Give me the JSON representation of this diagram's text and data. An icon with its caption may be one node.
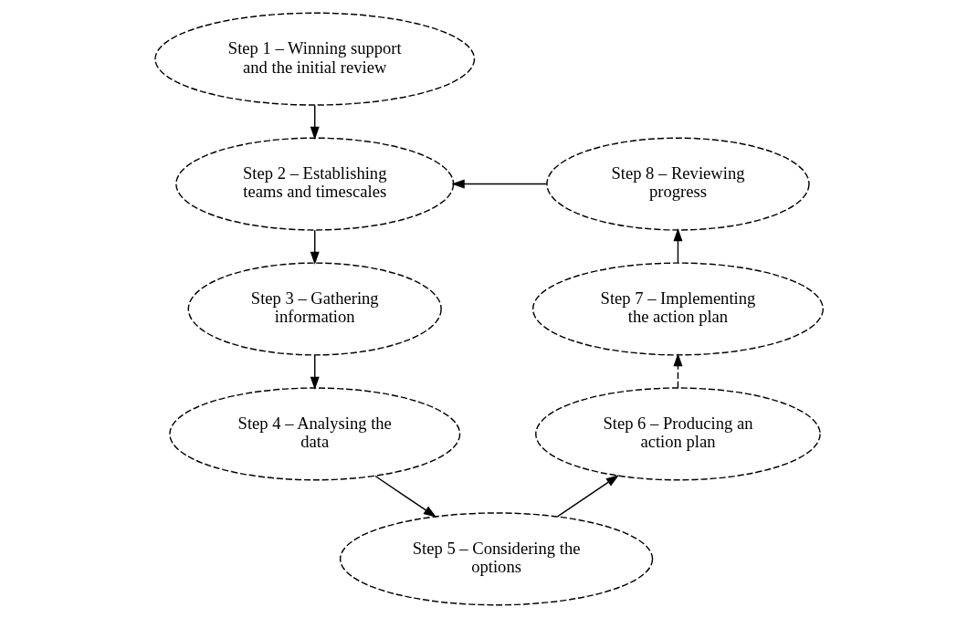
{
  "diagram": {
    "nodes": [
      {
        "text": [
          "Step 1 – Winning support and the initial review"
        ]
      },
      {
        "text": [
          "Step 2 – Establishing teams and timescales"
        ]
      },
      {
        "text": [
          "Step 3 – Gathering information"
        ]
      },
      {
        "text": [
          "Step 4 – Analysing the data"
        ]
      },
      {
        "text": [
          "Step 5 – Considering the options"
        ]
      },
      {
        "text": [
          "Step 6 – Producing an action plan"
        ]
      },
      {
        "text": [
          "Step 7 – Implementing the action plan"
        ]
      },
      {
        "text": [
          "Step 8 – Reviewing progress"
        ]
      }
    ],
    "edges": [
      {
        "from": 0,
        "to": 1,
        "arrow": "to"
      },
      {
        "from": 1,
        "to": 2,
        "arrow": "to"
      },
      {
        "from": 2,
        "to": 3,
        "arrow": "to"
      },
      {
        "from": 3,
        "to": 4,
        "arrow": "to"
      },
      {
        "from": 4,
        "to": 5,
        "arrow": "to"
      },
      {
        "from": 5,
        "to": 6,
        "arrow": "to",
        "style": "dashed"
      },
      {
        "from": 6,
        "to": 7,
        "arrow": "to"
      },
      {
        "from": 7,
        "to": 1,
        "arrow": "to"
      }
    ]
  }
}
